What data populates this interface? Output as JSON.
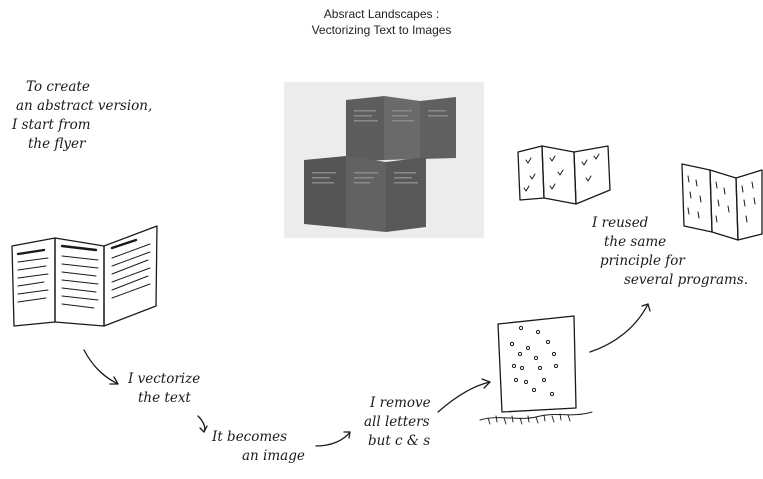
{
  "header": {
    "title_line1": "Absract Landscapes :",
    "title_line2": "Vectorizing Text to Images"
  },
  "notes": {
    "start": [
      "To create",
      "an abstract version,",
      "I start from",
      "the flyer"
    ],
    "vectorize": [
      "I vectorize",
      "the text"
    ],
    "becomes": [
      "It becomes",
      "an image"
    ],
    "remove": [
      "I remove",
      "all letters",
      "but c & s"
    ],
    "reused": [
      "I reused",
      "the same",
      "principle for",
      "several programs."
    ]
  }
}
